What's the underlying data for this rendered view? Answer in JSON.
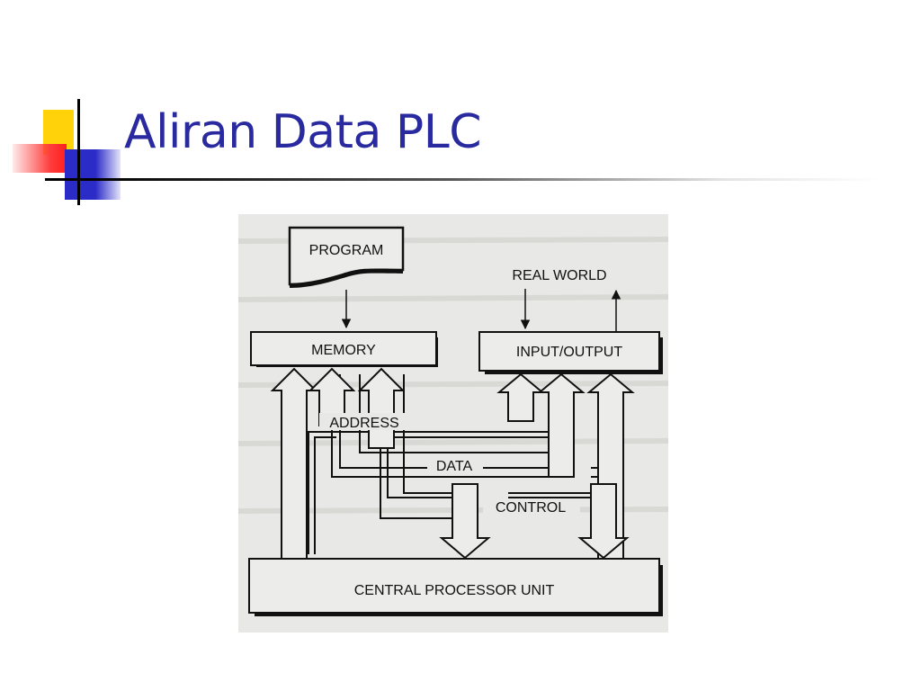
{
  "slide": {
    "title": "Aliran Data PLC"
  },
  "diagram": {
    "program": "PROGRAM",
    "real_world": "REAL WORLD",
    "memory": "MEMORY",
    "input_output": "INPUT/OUTPUT",
    "address": "ADDRESS",
    "data": "DATA",
    "control": "CONTROL",
    "cpu": "CENTRAL PROCESSOR UNIT"
  },
  "colors": {
    "title": "#2a2aa0",
    "accent_yellow": "#ffd20a",
    "accent_red": "#ff3c3c",
    "accent_blue": "#2b2bc8"
  }
}
